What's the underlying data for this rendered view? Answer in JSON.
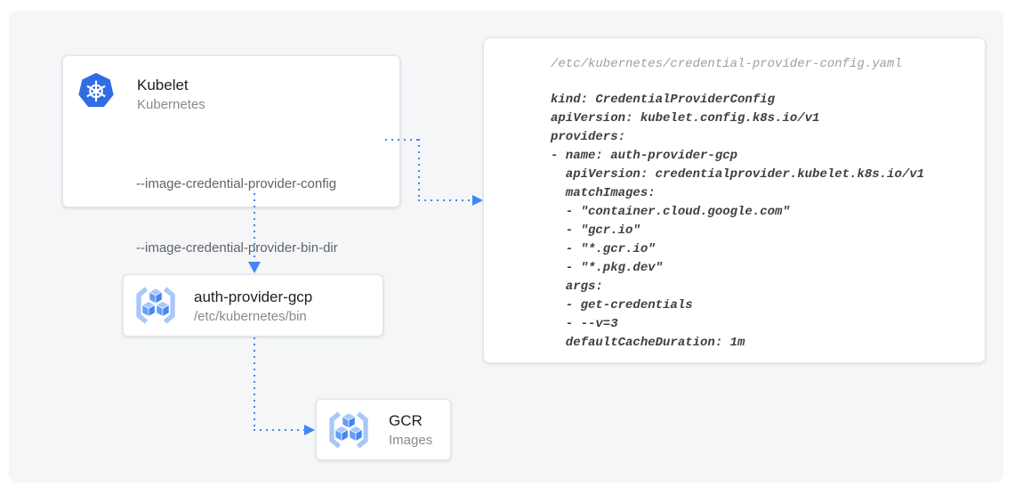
{
  "colors": {
    "panel_bg": "#f5f6f7",
    "accent_blue": "#4285f4",
    "kubernetes_blue": "#326ce5",
    "gcr_light_blue": "#a8c7fa",
    "title_text": "#202124",
    "subtitle_text": "#868b90",
    "flag_text": "#5f6368",
    "code_text": "#3b4045",
    "code_muted_text": "#9aa0a6"
  },
  "nodes": {
    "kubelet": {
      "title": "Kubelet",
      "subtitle": "Kubernetes",
      "icon": "kubernetes-helm-icon",
      "flags": [
        "--image-credential-provider-config",
        "--image-credential-provider-bin-dir"
      ]
    },
    "auth_provider": {
      "title": "auth-provider-gcp",
      "subtitle": "/etc/kubernetes/bin",
      "icon": "container-registry-icon"
    },
    "gcr": {
      "title": "GCR",
      "subtitle": "Images",
      "icon": "container-registry-icon"
    }
  },
  "code_panel": {
    "filename": "/etc/kubernetes/credential-provider-config.yaml",
    "lines": [
      "kind: CredentialProviderConfig",
      "apiVersion: kubelet.config.k8s.io/v1",
      "providers:",
      "- name: auth-provider-gcp",
      "  apiVersion: credentialprovider.kubelet.k8s.io/v1",
      "  matchImages:",
      "  - \"container.cloud.google.com\"",
      "  - \"gcr.io\"",
      "  - \"*.gcr.io\"",
      "  - \"*.pkg.dev\"",
      "  args:",
      "  - get-credentials",
      "  - --v=3",
      "  defaultCacheDuration: 1m"
    ]
  },
  "connections": [
    {
      "from": "kubelet-flag-config",
      "to": "credential-provider-yaml"
    },
    {
      "from": "kubelet",
      "to": "auth-provider-gcp"
    },
    {
      "from": "auth-provider-gcp",
      "to": "gcr-images"
    }
  ]
}
